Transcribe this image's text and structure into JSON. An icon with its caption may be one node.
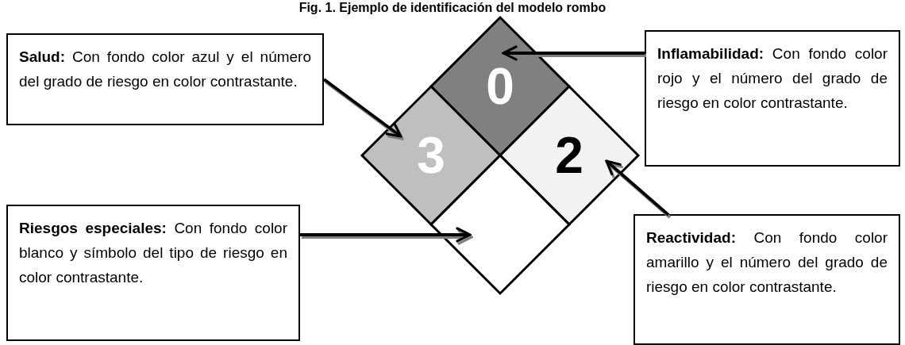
{
  "diagram": {
    "title": "Fig. 1. Ejemplo de identificación del modelo rombo",
    "nodes": [
      {
        "text": [
          "**Salud:** Con fondo color azul y el número del grado de riesgo en color contrastante."
        ]
      },
      {
        "text": [
          "**Inflamabilidad:** Con fondo color rojo y el número del grado de riesgo en color contrastante."
        ]
      },
      {
        "text": [
          "**Riesgos especiales:** Con fondo color blanco y símbolo del tipo de riesgo en color contrastante."
        ]
      },
      {
        "text": [
          "**Reactividad:** Con fondo color amarillo y el número del grado de riesgo en color contrastante."
        ]
      },
      {
        "text": [
          "0"
        ]
      },
      {
        "text": [
          "3"
        ]
      },
      {
        "text": [
          "2"
        ]
      },
      {
        "text": [],
        "shape": "diamond"
      }
    ],
    "edges": [
      {
        "from": 0,
        "to": 5,
        "arrow": "to"
      },
      {
        "from": 1,
        "to": 4,
        "arrow": "to"
      },
      {
        "from": 2,
        "to": 7,
        "arrow": "to"
      },
      {
        "from": 3,
        "to": 6,
        "arrow": "to"
      }
    ]
  }
}
